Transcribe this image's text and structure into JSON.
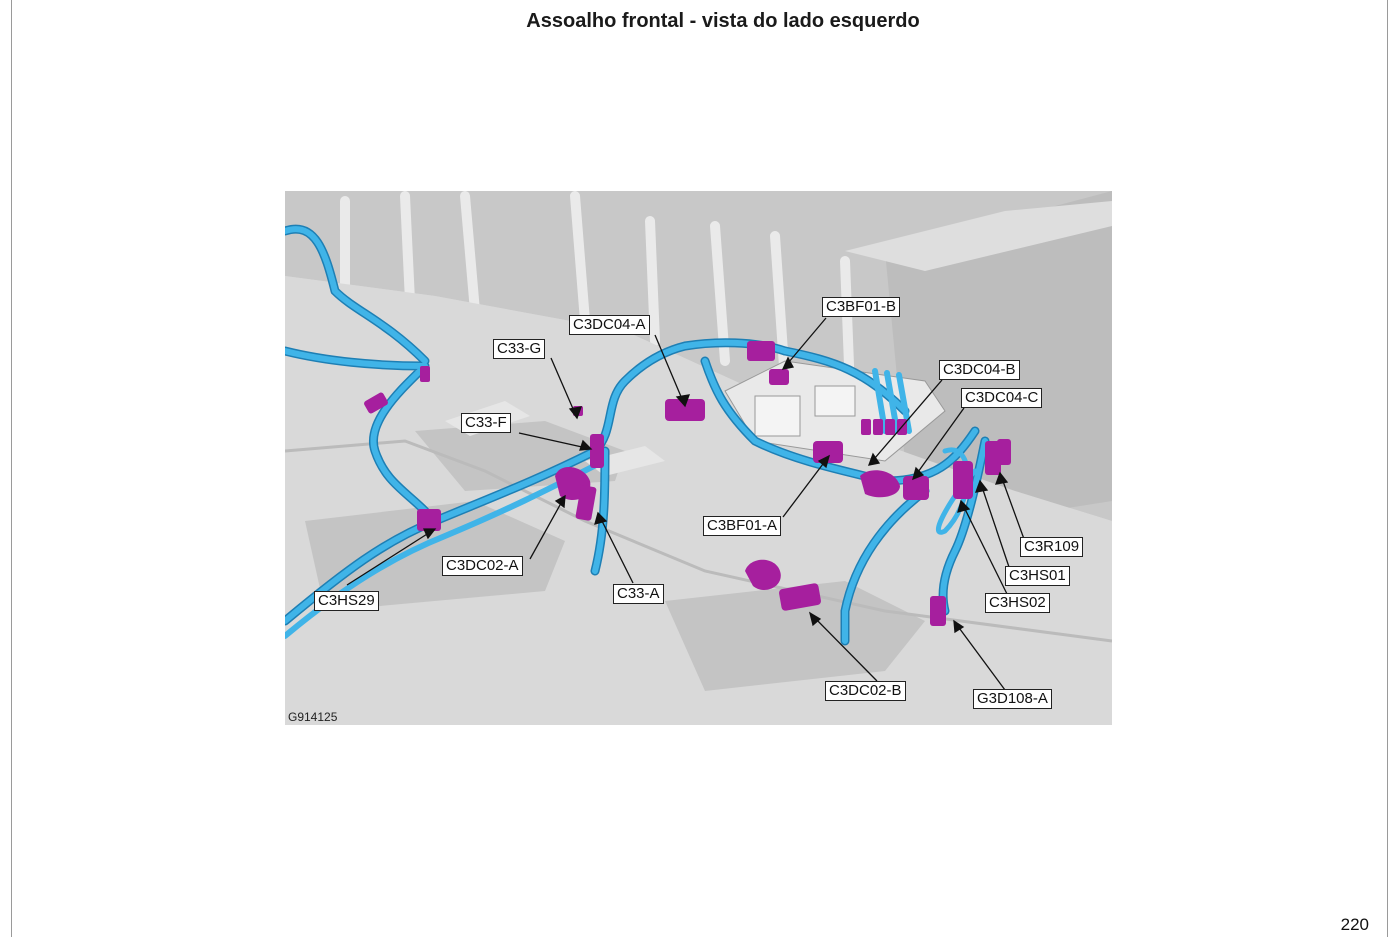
{
  "page": {
    "title": "Assoalho frontal - vista do lado esquerdo",
    "page_number": "220"
  },
  "figure": {
    "id": "G914125",
    "colors": {
      "harness": "#3fb0e4",
      "harness_dark": "#1e7fb4",
      "connector": "#a61f9e",
      "floor": "#d4d4d4",
      "wall": "#c9c9c9"
    },
    "callouts": [
      "C3DC04-A",
      "C3BF01-B",
      "C33-G",
      "C3DC04-B",
      "C3DC04-C",
      "C33-F",
      "C3BF01-A",
      "C3R109",
      "C3DC02-A",
      "C3HS01",
      "C33-A",
      "C3HS29",
      "C3HS02",
      "C3DC02-B",
      "G3D108-A"
    ]
  }
}
